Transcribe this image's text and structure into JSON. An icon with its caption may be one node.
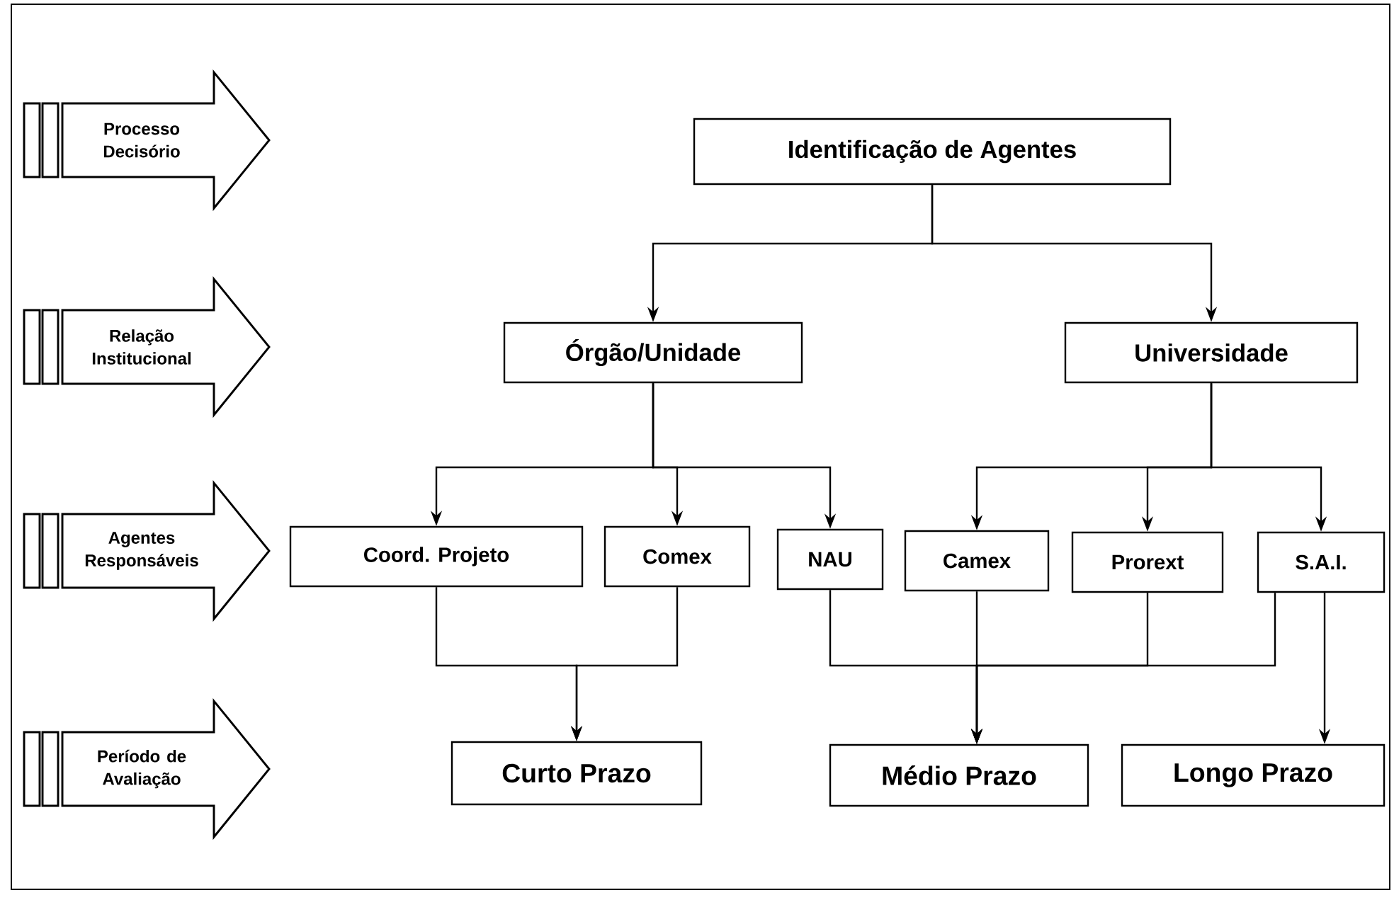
{
  "diagram": {
    "nodes": [
      {
        "text": [
          "Processo Decisório"
        ]
      },
      {
        "text": [
          "Relação Institucional"
        ]
      },
      {
        "text": [
          "Agentes Responsáveis"
        ]
      },
      {
        "text": [
          "Período de Avaliação"
        ]
      },
      {
        "text": [
          "Identificação de Agentes"
        ]
      },
      {
        "text": [
          "Órgão/Unidade"
        ]
      },
      {
        "text": [
          "Universidade"
        ]
      },
      {
        "text": [
          "Coord. Projeto"
        ]
      },
      {
        "text": [
          "Comex"
        ]
      },
      {
        "text": [
          "NAU"
        ]
      },
      {
        "text": [
          "Camex"
        ]
      },
      {
        "text": [
          "Prorext"
        ]
      },
      {
        "text": [
          "S.A.I."
        ]
      },
      {
        "text": [
          "Curto Prazo"
        ]
      },
      {
        "text": [
          "Médio Prazo"
        ]
      },
      {
        "text": [
          "Longo Prazo"
        ]
      }
    ],
    "edges": [
      {
        "from": 4,
        "to": 5,
        "arrow": "to"
      },
      {
        "from": 4,
        "to": 6,
        "arrow": "to"
      },
      {
        "from": 5,
        "to": 7,
        "arrow": "to"
      },
      {
        "from": 5,
        "to": 8,
        "arrow": "to"
      },
      {
        "from": 5,
        "to": 9,
        "arrow": "to"
      },
      {
        "from": 6,
        "to": 10,
        "arrow": "to"
      },
      {
        "from": 6,
        "to": 11,
        "arrow": "to"
      },
      {
        "from": 6,
        "to": 12,
        "arrow": "to"
      },
      {
        "from": 7,
        "to": 13,
        "arrow": "to"
      },
      {
        "from": 8,
        "to": 13,
        "arrow": "to"
      },
      {
        "from": 9,
        "to": 14,
        "arrow": "to"
      },
      {
        "from": 10,
        "to": 14,
        "arrow": "to"
      },
      {
        "from": 11,
        "to": 14,
        "arrow": "to"
      },
      {
        "from": 12,
        "to": 14,
        "arrow": "to"
      },
      {
        "from": 12,
        "to": 15,
        "arrow": "to"
      }
    ]
  }
}
